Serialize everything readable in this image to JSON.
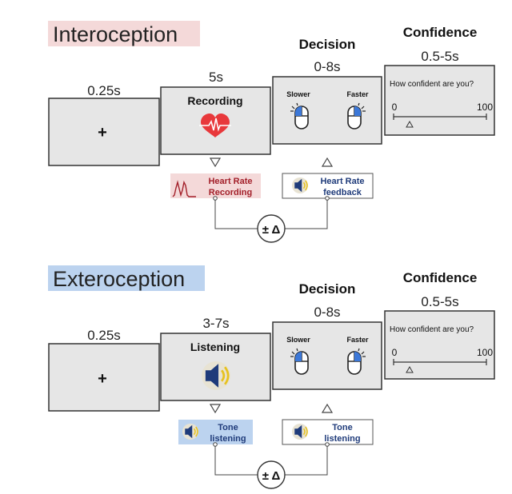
{
  "colors": {
    "intero_label_bg": "#f4d9d9",
    "extero_label_bg": "#bcd3ef",
    "screen_fill": "#e6e6e6",
    "heart_rate_red": "#a3202a",
    "tone_blue": "#1f3b7a",
    "mouse_blue": "#3c78d8",
    "heart_red": "#e8383b"
  },
  "panels": [
    {
      "id": "intero",
      "label": "Interoception",
      "fixation": {
        "duration": "0.25s",
        "symbol": "+"
      },
      "stimulus": {
        "duration": "5s",
        "title": "Recording",
        "icon": "heart-pulse-icon"
      },
      "decision": {
        "title": "Decision",
        "duration": "0-8s",
        "left_option": "Slower",
        "right_option": "Faster"
      },
      "confidence": {
        "title": "Confidence",
        "duration": "0.5-5s",
        "question": "How confident are you?",
        "min": "0",
        "max": "100"
      },
      "left_box": {
        "line1": "Heart Rate",
        "line2": "Recording",
        "icon": "heart-rate-trace-icon"
      },
      "right_box": {
        "line1": "Heart Rate",
        "line2": "feedback",
        "icon": "speaker-icon"
      },
      "delta_label": "± Δ"
    },
    {
      "id": "extero",
      "label": "Exteroception",
      "fixation": {
        "duration": "0.25s",
        "symbol": "+"
      },
      "stimulus": {
        "duration": "3-7s",
        "title": "Listening",
        "icon": "speaker-icon"
      },
      "decision": {
        "title": "Decision",
        "duration": "0-8s",
        "left_option": "Slower",
        "right_option": "Faster"
      },
      "confidence": {
        "title": "Confidence",
        "duration": "0.5-5s",
        "question": "How confident are you?",
        "min": "0",
        "max": "100"
      },
      "left_box": {
        "line1": "Tone",
        "line2": "listening",
        "icon": "speaker-icon"
      },
      "right_box": {
        "line1": "Tone",
        "line2": "listening",
        "icon": "speaker-icon"
      },
      "delta_label": "± Δ"
    }
  ]
}
